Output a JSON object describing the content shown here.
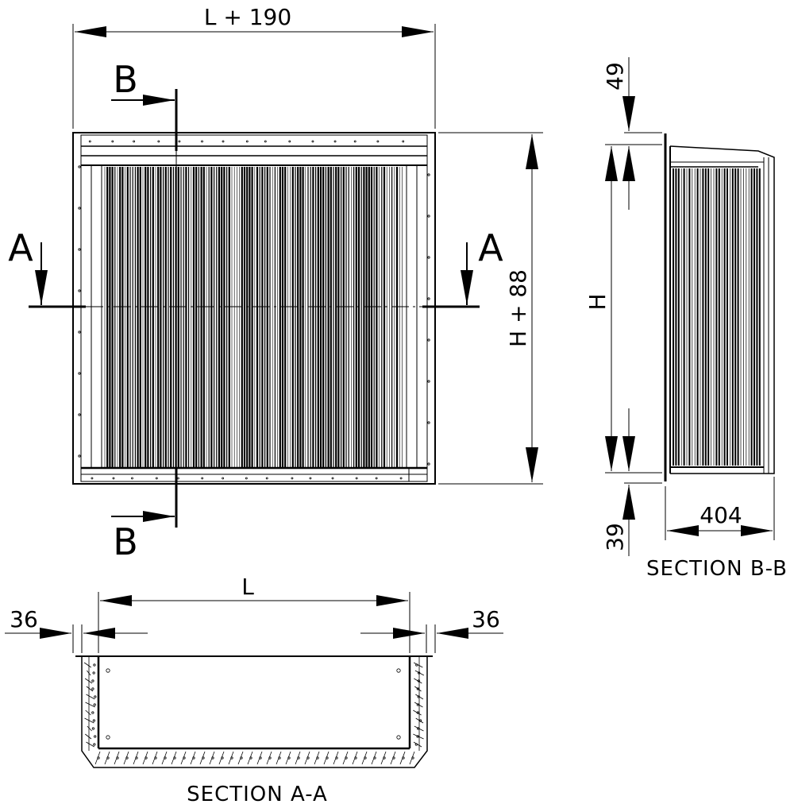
{
  "front_view": {
    "dim_width": "L + 190",
    "dim_height": "H + 88",
    "section_a_left": "A",
    "section_a_right": "A",
    "section_b_top": "B",
    "section_b_bottom": "B"
  },
  "section_bb": {
    "dim_top": "49",
    "dim_height": "H",
    "dim_bottom": "39",
    "dim_depth": "404",
    "caption": "SECTION B-B"
  },
  "section_aa": {
    "dim_length": "L",
    "dim_left": "36",
    "dim_right": "36",
    "caption": "SECTION A-A"
  },
  "colors": {
    "line": "#000000",
    "background": "#ffffff"
  }
}
